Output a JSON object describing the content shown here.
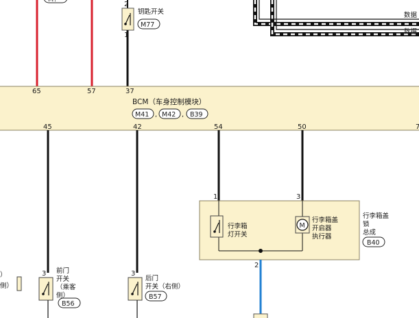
{
  "bcm": {
    "title": "BCM（车身控制模块）",
    "connectors": [
      "M41",
      "M42",
      "B39"
    ],
    "pins_top": [
      "65",
      "57",
      "37"
    ],
    "pins_bottom": [
      "45",
      "42",
      "54",
      "50",
      "7"
    ]
  },
  "top_clip": {
    "connector": "M?"
  },
  "key_switch": {
    "label": "钥匙开关",
    "connector": "M77",
    "pin_top": "2",
    "pin_bottom": "1"
  },
  "data_lines": {
    "line1": "数据",
    "line2": "数据"
  },
  "trunk_lid_assembly": {
    "label_lines": [
      "行李箱盖",
      "锁",
      "总成"
    ],
    "connector": "B40",
    "pin_left": "1",
    "pin_right": "3",
    "pin_bottom": "2",
    "lamp_switch_lines": [
      "行李箱",
      "灯开关"
    ],
    "actuator_lines": [
      "行李箱盖",
      "开启器",
      "执行器"
    ],
    "motor_symbol": "M"
  },
  "front_door_switch": {
    "label_lines": [
      "前门",
      "开关",
      "（乘客",
      "侧）"
    ],
    "connector": "B56",
    "pin": "3"
  },
  "rear_door_switch": {
    "label_lines": [
      "后门",
      "开关（右侧）"
    ],
    "connector": "B57",
    "pin": "3"
  },
  "left_clip": {
    "text_lines": [
      "）",
      "侧）"
    ]
  },
  "colors": {
    "red_wire": "#d8202e",
    "black_wire": "#111111",
    "blue_wire": "#1f7fd2",
    "module_fill": "#fbf2cc",
    "module_border": "#8a8060"
  }
}
